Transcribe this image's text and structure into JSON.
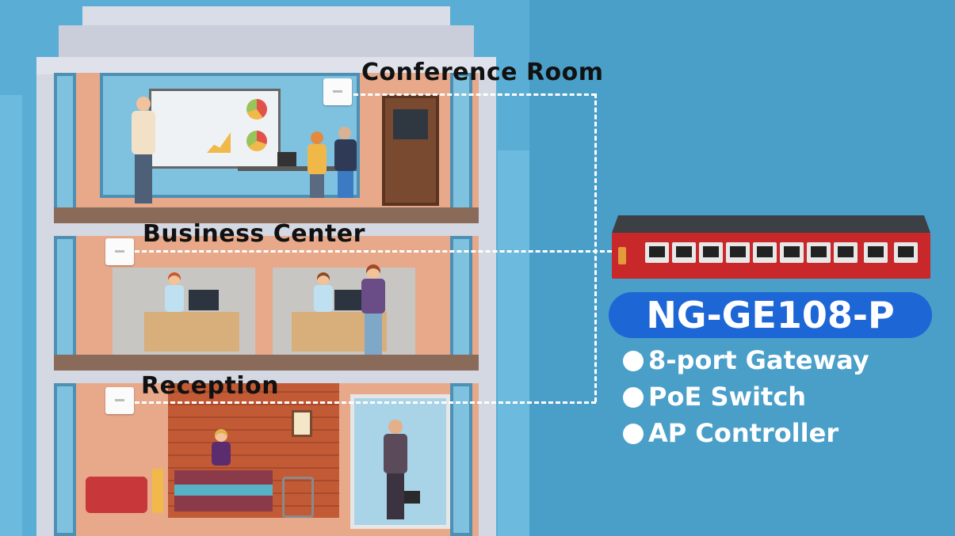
{
  "labels": {
    "conference": "Conference Room",
    "business": "Business Center",
    "reception": "Reception"
  },
  "product": {
    "model": "NG-GE108-P",
    "features": [
      "8-port Gateway",
      "PoE Switch",
      "AP Controller"
    ]
  },
  "colors": {
    "background": "#4a9fc9",
    "model_badge": "#1d66d6",
    "switch_body": "#c8282a",
    "dash_line": "#ffffff"
  }
}
